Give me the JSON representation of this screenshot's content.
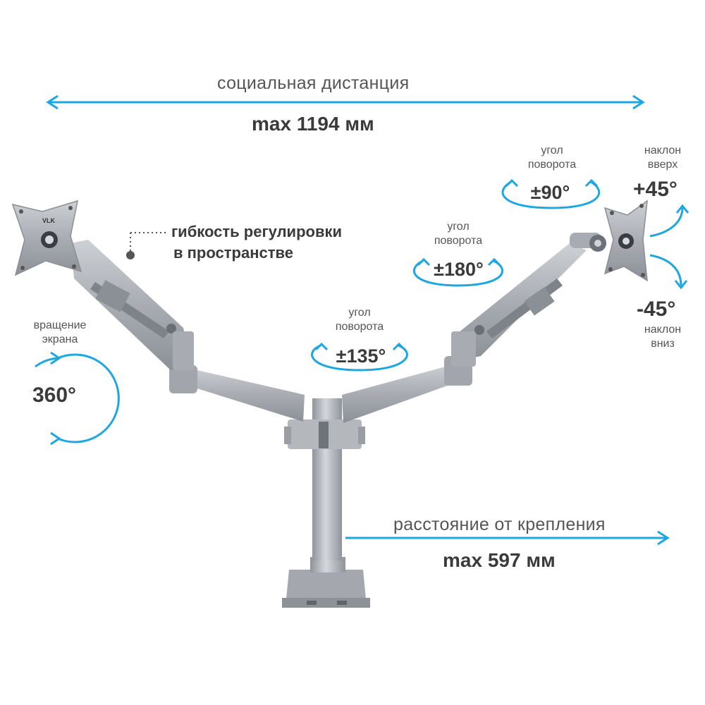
{
  "colors": {
    "accent": "#1da7e0",
    "metal": "#a8acb2",
    "metal_dark": "#7f848b",
    "text": "#3a3a3a"
  },
  "top_span": {
    "caption": "социальная дистанция",
    "value": "max 1194 мм"
  },
  "flex": {
    "line1": "гибкость регулировки",
    "line2": "в пространстве"
  },
  "rotation_left": {
    "caption": "вращение\nэкрана",
    "value": "360°"
  },
  "center_swivel": {
    "caption": "угол\nповорота",
    "value": "±135°"
  },
  "mid_swivel": {
    "caption": "угол\nповорота",
    "value": "±180°"
  },
  "head_swivel": {
    "caption": "угол\nповорота",
    "value": "±90°"
  },
  "tilt_up": {
    "caption": "наклон\nвверх",
    "value": "+45°"
  },
  "tilt_down": {
    "caption": "наклон\nвниз",
    "value": "-45°"
  },
  "reach": {
    "caption": "расстояние от крепления",
    "value": "max 597 мм"
  },
  "logo_text": "VLK",
  "icons": [
    "double-arrow-icon",
    "arrow-right-icon",
    "circular-arrow-icon",
    "curved-arrow-icon",
    "dot-icon"
  ]
}
